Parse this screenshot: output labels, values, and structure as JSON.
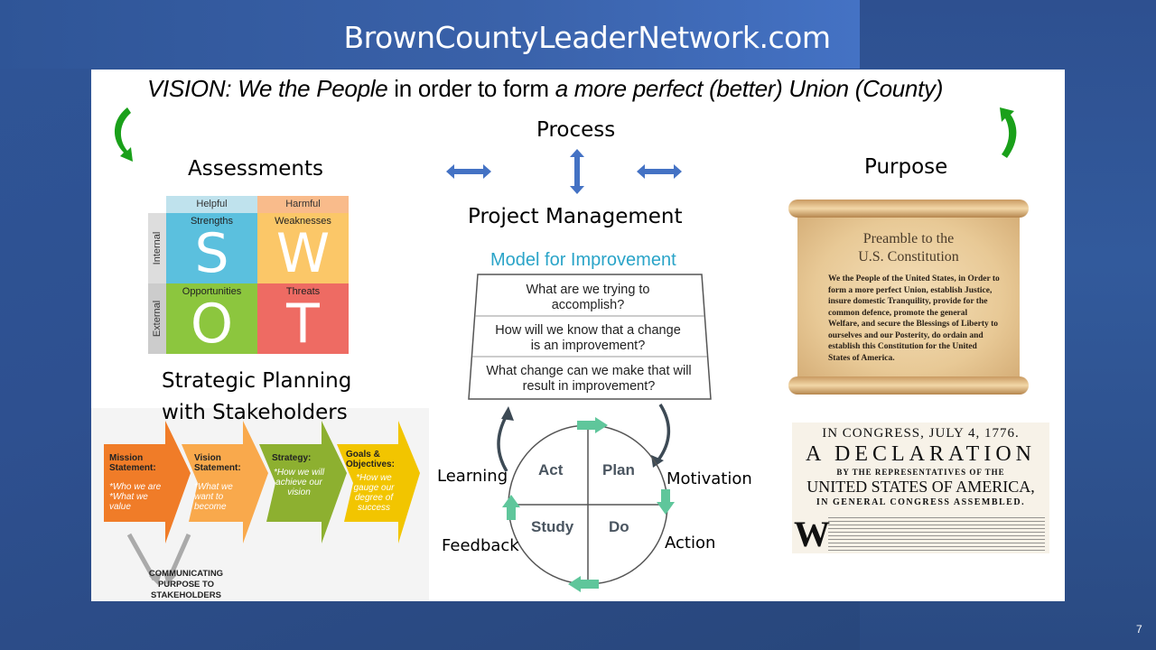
{
  "slide": {
    "site_title": "BrownCountyLeaderNetwork.com",
    "page_number": "7",
    "colors": {
      "background": "#2f5597",
      "accent_green": "#1aa01a",
      "accent_blue": "#4472c4",
      "mfi_title": "#2aa4c8"
    }
  },
  "vision": {
    "prefix": "VISION:  ",
    "italic1": "We the People",
    "mid": " in order to form ",
    "italic2": "a more perfect (better) Union (County)"
  },
  "headings": {
    "assessments": "Assessments",
    "process": "Process",
    "project_management": "Project Management",
    "purpose": "Purpose",
    "strategic_planning_line1": "Strategic Planning",
    "strategic_planning_line2": "with Stakeholders"
  },
  "swot": {
    "helpful": "Helpful",
    "harmful": "Harmful",
    "internal": "Internal",
    "external": "External",
    "quadrants": [
      {
        "label": "Strengths",
        "letter": "S",
        "color": "#5bc0de"
      },
      {
        "label": "Weaknesses",
        "letter": "W",
        "color": "#fbc768"
      },
      {
        "label": "Opportunities",
        "letter": "O",
        "color": "#8cc63e"
      },
      {
        "label": "Threats",
        "letter": "T",
        "color": "#ee6b63"
      }
    ]
  },
  "strategy": {
    "steps": [
      {
        "title": "Mission Statement:",
        "desc": "*Who we are *What we value",
        "color": "#f07c28"
      },
      {
        "title": "Vision Statement:",
        "desc": "*What we want to become",
        "color": "#f9a94c"
      },
      {
        "title": "Strategy:",
        "desc": "*How we will achieve our vision",
        "color": "#8db030"
      },
      {
        "title": "Goals & Objectives:",
        "desc": "*How we gauge our degree of success",
        "color": "#f2c500"
      }
    ],
    "communicating": "COMMUNICATING PURPOSE TO STAKEHOLDERS"
  },
  "model_for_improvement": {
    "title": "Model for Improvement",
    "questions": [
      "What are we trying to accomplish?",
      "How will we know that a change is an improvement?",
      "What change can we make that will result in improvement?"
    ],
    "pdsa": {
      "act": "Act",
      "plan": "Plan",
      "study": "Study",
      "do": "Do"
    },
    "labels": {
      "learning": "Learning",
      "motivation": "Motivation",
      "feedback": "Feedback",
      "action": "Action"
    }
  },
  "preamble": {
    "title_line1": "Preamble to the",
    "title_line2": "U.S. Constitution",
    "text": "We the People of the United States, in Order to form a more perfect Union, establish Justice, insure domestic Tranquility, provide for the common defence, promote the general Welfare, and secure the Blessings of Liberty to ourselves and our Posterity, do ordain and establish this Constitution for the United States of America."
  },
  "declaration": {
    "line1": "IN CONGRESS, JULY 4, 1776.",
    "line2": "A DECLARATION",
    "line3": "BY THE REPRESENTATIVES OF THE",
    "line4": "UNITED STATES OF AMERICA,",
    "line5": "IN GENERAL CONGRESS ASSEMBLED.",
    "dropcap": "W"
  }
}
